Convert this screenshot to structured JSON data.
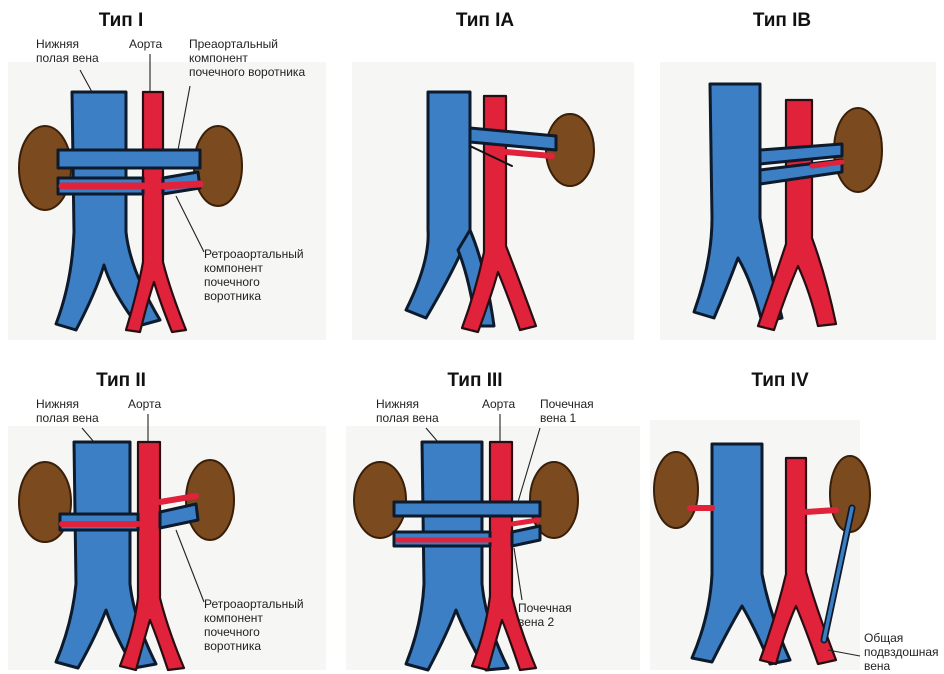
{
  "panels": [
    {
      "title": "Тип I"
    },
    {
      "title": "Тип IA"
    },
    {
      "title": "Тип IB"
    },
    {
      "title": "Тип II"
    },
    {
      "title": "Тип III"
    },
    {
      "title": "Тип IV"
    }
  ],
  "labels": {
    "p1_ivc": [
      "Нижняя",
      "полая вена"
    ],
    "p1_aorta": "Аорта",
    "p1_preaortic": [
      "Преаортальный",
      "компонент",
      "почечного воротника"
    ],
    "p1_retro": [
      "Ретроаортальный",
      "компонент",
      "почечного",
      "воротника"
    ],
    "p4_ivc": [
      "Нижняя",
      "полая вена"
    ],
    "p4_aorta": "Аорта",
    "p4_retro": [
      "Ретроаортальный",
      "компонент",
      "почечного",
      "воротника"
    ],
    "p5_ivc": [
      "Нижняя",
      "полая вена"
    ],
    "p5_aorta": "Аорта",
    "p5_rv1": [
      "Почечная",
      "вена 1"
    ],
    "p5_rv2": [
      "Почечная",
      "вена 2"
    ],
    "p6_iliac": [
      "Общая",
      "подвздошная",
      "вена"
    ]
  },
  "colors": {
    "vein": "#3d7fc4",
    "artery": "#e0223a",
    "kidney": "#7b4a1f"
  }
}
